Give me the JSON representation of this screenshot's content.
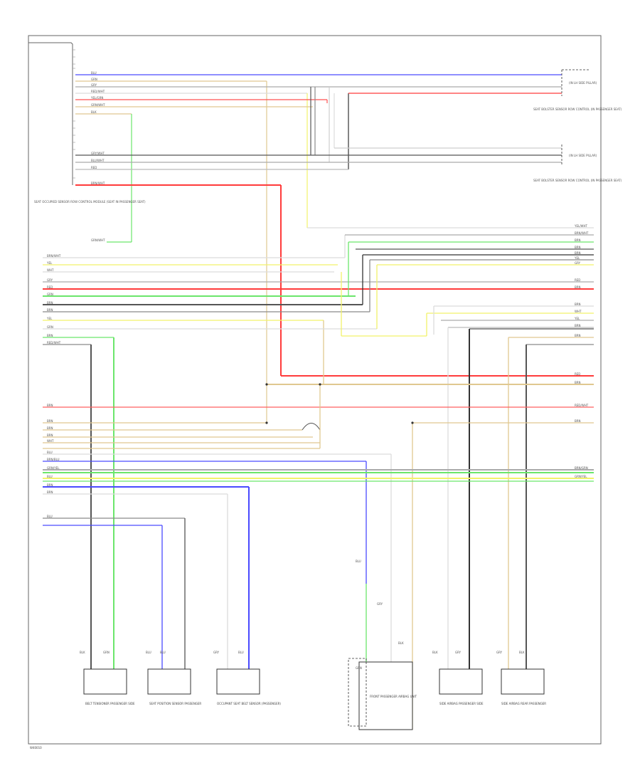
{
  "page_code": "W40010",
  "colors": {
    "blue": "#4a4aff",
    "white": "#dcdcdc",
    "gray": "#8a8a8a",
    "black": "#333333",
    "red": "#ff3b3b",
    "yellow": "#f2f26a",
    "green": "#6be66b",
    "tan": "#e0c890",
    "darkgray": "#555555"
  },
  "components": {
    "left_module": "SEAT OCCUPIED SENSOR ROW CONTROL MODULE (SEAT IN PASSENGER SEAT)",
    "top_right_conn": "(IN LH SIDE PILLAR)",
    "mid_right_conn": "(IN LH SIDE PILLAR)",
    "top_right_text": "SEAT BOLSTER SENSOR ROW CONTROL (IN PASSENGER SEAT)",
    "mid_right_text": "SEAT BOLSTER SENSOR ROW CONTROL (IN PASSENGER SEAT)",
    "bottom": [
      {
        "name": "passenger-belt-tensioner",
        "label": "BELT TENSIONER PASSENGER SIDE"
      },
      {
        "name": "passenger-seat-position",
        "label": "SEAT POSITION SENSOR PASSENGER"
      },
      {
        "name": "occupant-seat-sensor",
        "label": "OCCUPANT SEAT BELT SENSOR (PASSENGER)"
      },
      {
        "name": "front-passenger-airbag",
        "label": "FRONT PASSENGER AIRBAG UNIT"
      },
      {
        "name": "side-airbag-passenger",
        "label": "SIDE AIRBAG PASSENGER SIDE"
      },
      {
        "name": "side-airbag-rear",
        "label": "SIDE AIRBAG REAR PASSENGER"
      }
    ]
  },
  "wire_labels": {
    "top": [
      "BLU",
      "GRN",
      "GRY",
      "RED/WHT",
      "YEL/GRN",
      "GRN/WHT",
      "BLK",
      "GRY/WHT",
      "BLU/WHT",
      "RED",
      "BRN/WHT",
      "GRN/WHT"
    ],
    "main": [
      "BRN/WHT",
      "YEL",
      "WHT",
      "GRY",
      "RED",
      "GRN",
      "BRN",
      "BRN",
      "YEL",
      "GRN",
      "BRN",
      "RED/WHT",
      "BRN",
      "BRN",
      "BRN",
      "BRN",
      "WHT",
      "BLU",
      "BRN/BLU",
      "GRN/YEL",
      "BLU",
      "BRN",
      "BRN",
      "BLU"
    ],
    "right": [
      "YEL/WHT",
      "BRN/WHT",
      "BRN",
      "BRN",
      "BRN",
      "YEL",
      "GRY",
      "RED",
      "BRN",
      "BRN",
      "WHT",
      "YEL",
      "BRN",
      "BRN",
      "RED",
      "BRN",
      "RED/WHT",
      "BRN",
      "BRN/GRN",
      "GRN/YEL"
    ],
    "bottom": [
      "BLK",
      "GRN",
      "BLU",
      "BLU",
      "GRY",
      "BLU",
      "BLU",
      "GRY",
      "BLK",
      "GRY",
      "GRY",
      "BLK",
      "GRN",
      "BLK"
    ]
  }
}
